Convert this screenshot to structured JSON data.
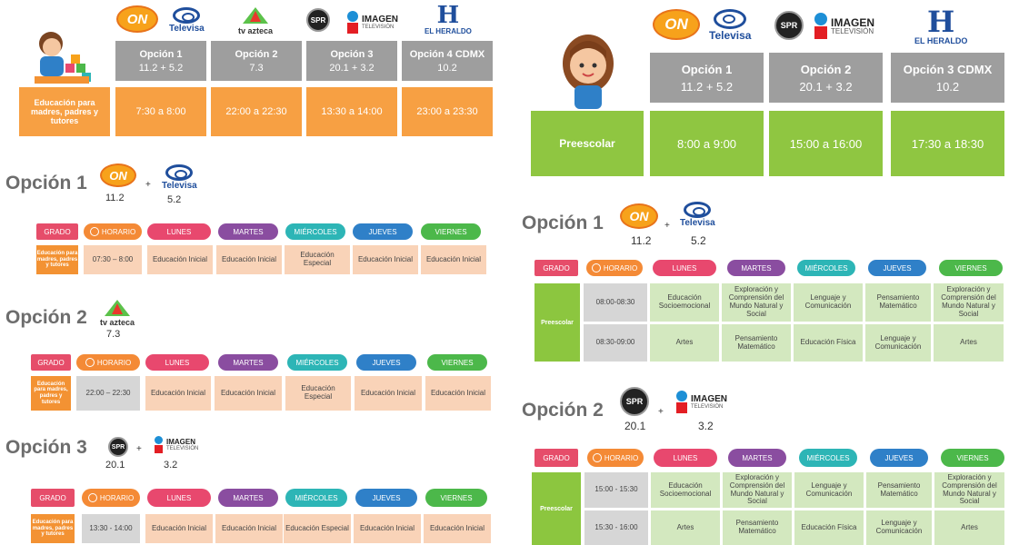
{
  "left": {
    "top": {
      "options": [
        {
          "title": "Opción 1",
          "channels": "11.2  +  5.2",
          "time": "7:30 a 8:00"
        },
        {
          "title": "Opción 2",
          "channels": "7.3",
          "time": "22:00 a 22:30"
        },
        {
          "title": "Opción 3",
          "channels": "20.1  +  3.2",
          "time": "13:30 a 14:00"
        },
        {
          "title": "Opción 4 CDMX",
          "channels": "10.2",
          "time": "23:00 a 23:30"
        }
      ],
      "label": "Educación para madres, padres y tutores"
    },
    "sections": [
      {
        "title": "Opción 1",
        "nums": [
          "11.2",
          "5.2"
        ],
        "side": "Educación para madres, padres y tutores",
        "time": "07:30 – 8:00",
        "cells": [
          "Educación Inicial",
          "Educación Inicial",
          "Educación Especial",
          "Educación Inicial",
          "Educación Inicial"
        ]
      },
      {
        "title": "Opción 2",
        "nums": [
          "7.3"
        ],
        "side": "Educación para madres, padres y tutores",
        "time": "22:00 – 22:30",
        "cells": [
          "Educación Inicial",
          "Educación Inicial",
          "Educación Especial",
          "Educación Inicial",
          "Educación Inicial"
        ]
      },
      {
        "title": "Opción 3",
        "nums": [
          "20.1",
          "3.2"
        ],
        "side": "Educación para madres, padres y tutores",
        "time": "13:30 - 14:00",
        "cells": [
          "Educación Inicial",
          "Educación Inicial",
          "Educación Especial",
          "Educación Inicial",
          "Educación Inicial"
        ]
      }
    ]
  },
  "right": {
    "top": {
      "options": [
        {
          "title": "Opción 1",
          "channels": "11.2  +  5.2",
          "time": "8:00 a 9:00"
        },
        {
          "title": "Opción 2",
          "channels": "20.1  +  3.2",
          "time": "15:00 a 16:00"
        },
        {
          "title": "Opción 3 CDMX",
          "channels": "10.2",
          "time": "17:30 a 18:30"
        }
      ],
      "label": "Preescolar"
    },
    "sections": [
      {
        "title": "Opción 1",
        "nums": [
          "11.2",
          "5.2"
        ],
        "side": "Preescolar",
        "rows": [
          {
            "time": "08:00-08:30",
            "cells": [
              "Educación Socioemocional",
              "Exploración y Comprensión del Mundo Natural y Social",
              "Lenguaje y Comunicación",
              "Pensamiento Matemático",
              "Exploración y Comprensión del Mundo Natural y Social"
            ]
          },
          {
            "time": "08:30-09:00",
            "cells": [
              "Artes",
              "Pensamiento Matemático",
              "Educación Física",
              "Lenguaje y Comunicación",
              "Artes"
            ]
          }
        ]
      },
      {
        "title": "Opción 2",
        "nums": [
          "20.1",
          "3.2"
        ],
        "side": "Preescolar",
        "rows": [
          {
            "time": "15:00 - 15:30",
            "cells": [
              "Educación Socioemocional",
              "Exploración y Comprensión del Mundo Natural y Social",
              "Lenguaje y Comunicación",
              "Pensamiento Matemático",
              "Exploración y Comprensión del Mundo Natural y Social"
            ]
          },
          {
            "time": "15:30 - 16:00",
            "cells": [
              "Artes",
              "Pensamiento Matemático",
              "Educación Física",
              "Lenguaje y Comunicación",
              "Artes"
            ]
          }
        ]
      }
    ]
  },
  "headers": {
    "grado": "GRADO",
    "horario": "HORARIO",
    "days": [
      "LUNES",
      "MARTES",
      "MIÉRCOLES",
      "JUEVES",
      "VIERNES"
    ]
  },
  "logos": {
    "televisa": "Televisa",
    "azteca": "tv azteca",
    "spr": "SPR",
    "imagen": "IMAGEN",
    "imagen_sub": "TELEVISIÓN",
    "heraldo": "EL HERALDO",
    "on": "ON",
    "plus": "+"
  },
  "colors": {
    "orange": "#f7a043",
    "green": "#8fc641",
    "grey_header": "#9e9e9e"
  }
}
